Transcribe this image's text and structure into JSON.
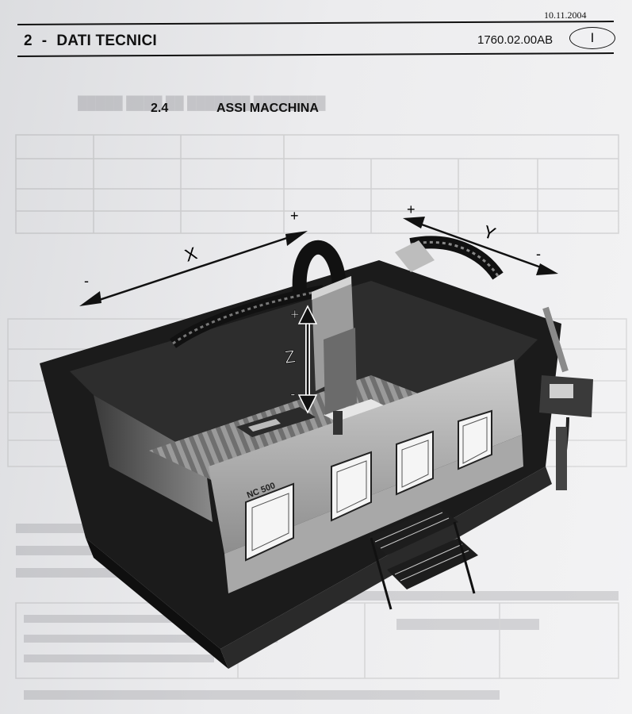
{
  "header": {
    "date": "10.11.2004",
    "chapter_number": "2",
    "chapter_dash": "-",
    "chapter_title": "DATI TECNICI",
    "document_code": "1760.02.00AB",
    "language_mark": "I"
  },
  "section": {
    "number": "2.4",
    "title": "ASSI MACCHINA"
  },
  "figure": {
    "axis_x_label": "X",
    "axis_x_plus": "+",
    "axis_x_minus": "-",
    "axis_y_label": "Y",
    "axis_y_plus": "+",
    "axis_y_minus": "-",
    "axis_z_label": "Z",
    "axis_z_plus": "+",
    "axis_z_minus": "-",
    "machine_badge": "NC 500"
  },
  "colors": {
    "machine_dark": "#1b1b1b",
    "machine_mid": "#5a5a5a",
    "machine_light": "#b9b9b9",
    "paper": "#ececee"
  }
}
